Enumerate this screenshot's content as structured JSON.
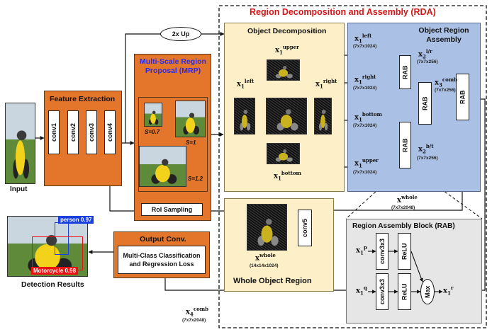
{
  "rda_title": "Region Decomposition and Assembly (RDA)",
  "input_label": "Input",
  "feature_extraction": {
    "title": "Feature Extraction",
    "convs": [
      "conv1",
      "conv2",
      "conv3",
      "conv4"
    ]
  },
  "up_label": "2x Up",
  "mrp": {
    "title": "Multi-Scale Region Proposal (MRP)",
    "scales": [
      "S=0.7",
      "S=1",
      "S=1.2"
    ],
    "roi": "RoI Sampling"
  },
  "object_decomposition": {
    "title": "Object Decomposition"
  },
  "ora": {
    "title": "Object Region Assembly",
    "rab": "RAB"
  },
  "whole_region": {
    "title": "Whole Object Region",
    "conv5": "conv5"
  },
  "output": {
    "title": "Output Conv.",
    "loss": "Multi-Class Classification and Regression Loss"
  },
  "detection": {
    "title": "Detection Results",
    "person": "person 0.97",
    "motorcycle": "Motorcycle 0.98"
  },
  "rab_block": {
    "title": "Region Assembly Block (RAB)",
    "conv": "conv3x3",
    "relu": "ReLU",
    "max": "Max"
  },
  "dims": {
    "d1024": "(7x7x1024)",
    "d256": "(7x7x256)",
    "d2048": "(7x7x2048)",
    "d14": "(14x14x1024)"
  },
  "vars": {
    "x": "x",
    "one": "1",
    "two": "2",
    "three": "3",
    "four": "4",
    "left": "left",
    "right": "right",
    "upper": "upper",
    "bottom": "bottom",
    "lr": "l/r",
    "bt": "b/t",
    "comb": "comb",
    "whole": "whole",
    "p": "p",
    "q": "q",
    "r": "r"
  },
  "colors": {
    "orange": "#e3762b",
    "cream": "#fdf0c8",
    "blue": "#aac0e4",
    "title_red": "#d41616",
    "mrp_blue": "#2a2ae8"
  }
}
